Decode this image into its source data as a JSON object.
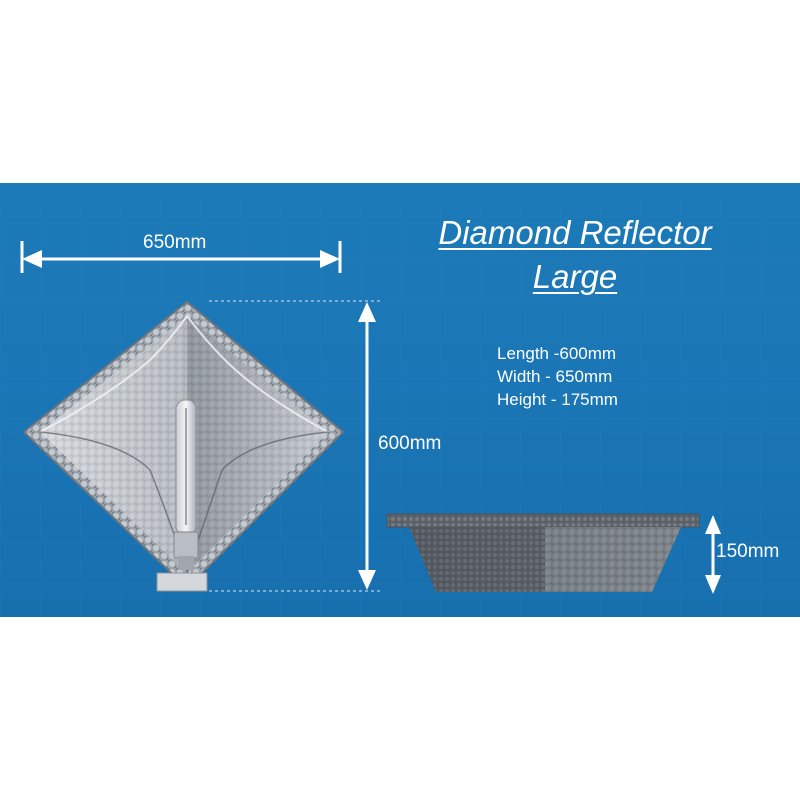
{
  "title": {
    "line1": "Diamond Reflector",
    "line2": "Large"
  },
  "specs": [
    {
      "label": "Length -600mm"
    },
    {
      "label": "Width - 650mm"
    },
    {
      "label": "Height - 175mm"
    }
  ],
  "dimensions": {
    "width": "650mm",
    "length": "600mm",
    "side_height": "150mm"
  },
  "colors": {
    "background": "#1a75b5",
    "text": "#ffffff",
    "reflector": "#b8bcc2"
  }
}
